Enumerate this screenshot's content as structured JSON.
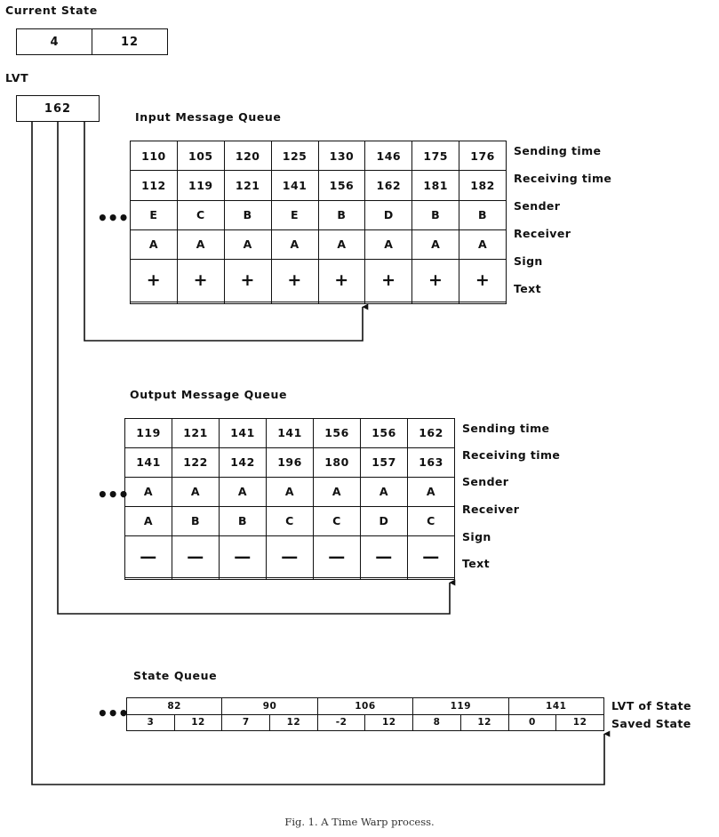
{
  "current_state": {
    "title": "Current State",
    "values": [
      "4",
      "12"
    ]
  },
  "lvt": {
    "title": "LVT",
    "value": "162"
  },
  "input_queue": {
    "title": "Input Message Queue",
    "ellipsis": "•••",
    "row_labels": [
      "Sending time",
      "Receiving time",
      "Sender",
      "Receiver",
      "Sign",
      "Text"
    ],
    "rows": [
      [
        "110",
        "105",
        "120",
        "125",
        "130",
        "146",
        "175",
        "176"
      ],
      [
        "112",
        "119",
        "121",
        "141",
        "156",
        "162",
        "181",
        "182"
      ],
      [
        "E",
        "C",
        "B",
        "E",
        "B",
        "D",
        "B",
        "B"
      ],
      [
        "A",
        "A",
        "A",
        "A",
        "A",
        "A",
        "A",
        "A"
      ],
      [
        "+",
        "+",
        "+",
        "+",
        "+",
        "+",
        "+",
        "+"
      ],
      [
        "",
        "",
        "",
        "",
        "",
        "",
        "",
        ""
      ]
    ]
  },
  "output_queue": {
    "title": "Output Message Queue",
    "ellipsis": "•••",
    "row_labels": [
      "Sending time",
      "Receiving time",
      "Sender",
      "Receiver",
      "Sign",
      "Text"
    ],
    "rows": [
      [
        "119",
        "121",
        "141",
        "141",
        "156",
        "156",
        "162"
      ],
      [
        "141",
        "122",
        "142",
        "196",
        "180",
        "157",
        "163"
      ],
      [
        "A",
        "A",
        "A",
        "A",
        "A",
        "A",
        "A"
      ],
      [
        "A",
        "B",
        "B",
        "C",
        "C",
        "D",
        "C"
      ],
      [
        "—",
        "—",
        "—",
        "—",
        "—",
        "—",
        "—"
      ],
      [
        "",
        "",
        "",
        "",
        "",
        "",
        ""
      ]
    ]
  },
  "state_queue": {
    "title": "State Queue",
    "ellipsis": "•••",
    "row_labels": [
      "LVT of State",
      "Saved State"
    ],
    "states": [
      {
        "lvt": "82",
        "saved": [
          "3",
          "12"
        ]
      },
      {
        "lvt": "90",
        "saved": [
          "7",
          "12"
        ]
      },
      {
        "lvt": "106",
        "saved": [
          "-2",
          "12"
        ]
      },
      {
        "lvt": "119",
        "saved": [
          "8",
          "12"
        ]
      },
      {
        "lvt": "141",
        "saved": [
          "0",
          "12"
        ]
      }
    ]
  },
  "caption": "Fig. 1.   A Time Warp process."
}
